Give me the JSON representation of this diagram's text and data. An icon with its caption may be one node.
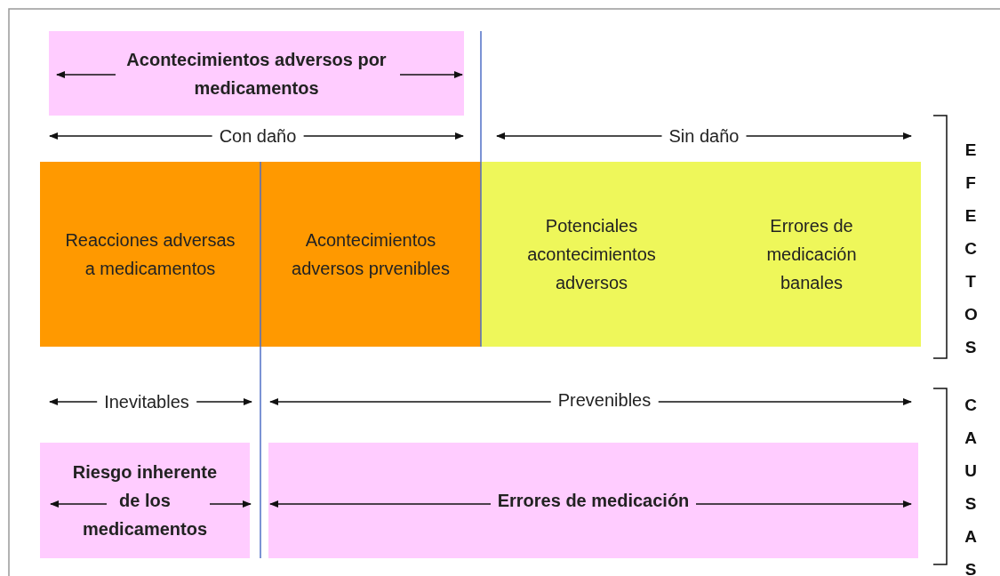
{
  "diagram": {
    "nodes": [
      {
        "text": [
          "Acontecimientos adversos por medicamentos"
        ]
      },
      {
        "text": [
          "Reacciones adversas a medicamentos"
        ]
      },
      {
        "text": [
          "Acontecimientos adversos prvenibles"
        ]
      },
      {
        "text": [
          "Potenciales acontecimientos adversos"
        ]
      },
      {
        "text": [
          "Errores de medicación banales"
        ]
      },
      {
        "text": [
          "Riesgo inherente de los medicamentos"
        ]
      },
      {
        "text": [
          "Errores de medicación"
        ]
      }
    ],
    "labels": [
      "Con daño",
      "Sin daño",
      "EFECTOS",
      "Inevitables",
      "Prevenibles",
      "CAUSAS"
    ]
  }
}
